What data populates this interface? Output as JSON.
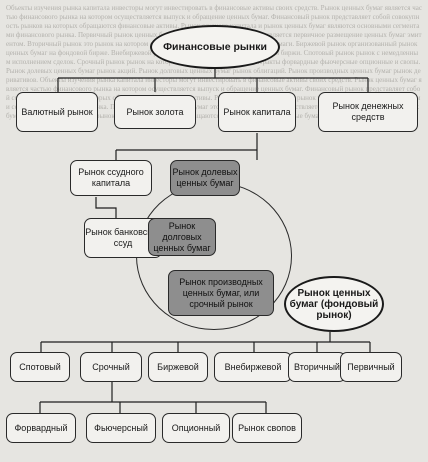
{
  "background_text": "Объекты изучения рынка капитала инвесторы могут инвестировать в финансовые активы своих средств. Рынок ценных бумаг является частью финансового рынка на котором осуществляется выпуск и обращение ценных бумаг. Финансовый рынок представляет собой совокупность рынков на которых обращаются финансовые активы. Рынок ссудного капитала и рынок ценных бумаг являются основными сегментами финансового рынка. Первичный рынок ценных бумаг это рынок на котором осуществляется первичное размещение ценных бумаг эмитентом. Вторичный рынок это рынок на котором обращаются ранее выпущенные ценные бумаги. Биржевой рынок организованный рынок ценных бумаг на фондовой бирже. Внебиржевой рынок рынок ценных бумаг вне фондовой биржи. Спотовый рынок рынок с немедленным исполнением сделок. Срочный рынок рынок на котором заключаются срочные контракты форвардные фьючерсные опционные и свопы. Рынок долевых ценных бумаг рынок акций. Рынок долговых ценных бумаг рынок облигаций. Рынок производных ценных бумаг рынок деривативов. Объекты изучения рынка капитала инвесторы могут инвестировать в финансовые активы своих средств. Рынок ценных бумаг является частью финансового рынка на котором осуществляется выпуск и обращение ценных бумаг. Финансовый рынок представляет собой совокупность рынков на которых обращаются финансовые активы. Рынок ссудного капитала и рынок ценных бумаг являются основными сегментами финансового рынка. Первичный рынок ценных бумаг это рынок на котором осуществляется первичное размещение ценных бумаг эмитентом. Вторичный рынок это рынок на котором обращаются ранее выпущенные ценные бумаги.",
  "nodes": {
    "root": "Финансовые рынки",
    "currency": "Валютный рынок",
    "gold": "Рынок золота",
    "capital": "Рынок капитала",
    "money": "Рынок денежных средств",
    "loan_capital": "Рынок ссудного капитала",
    "bank_loans": "Рынок банковских ссуд",
    "equity": "Рынок долевых ценных бумаг",
    "debt": "Рынок долговых ценных бумаг",
    "derivatives": "Рынок производных ценных бумаг, или срочный рынок",
    "securities": "Рынок ценных бумаг (фондовый рынок)",
    "spot": "Спотовый",
    "futures_market": "Срочный",
    "exchange": "Биржевой",
    "otc": "Внебиржевой",
    "secondary": "Вторичный",
    "primary": "Первичный",
    "forward": "Форвардный",
    "futures": "Фьючерсный",
    "options": "Опционный",
    "swaps": "Рынок свопов"
  }
}
